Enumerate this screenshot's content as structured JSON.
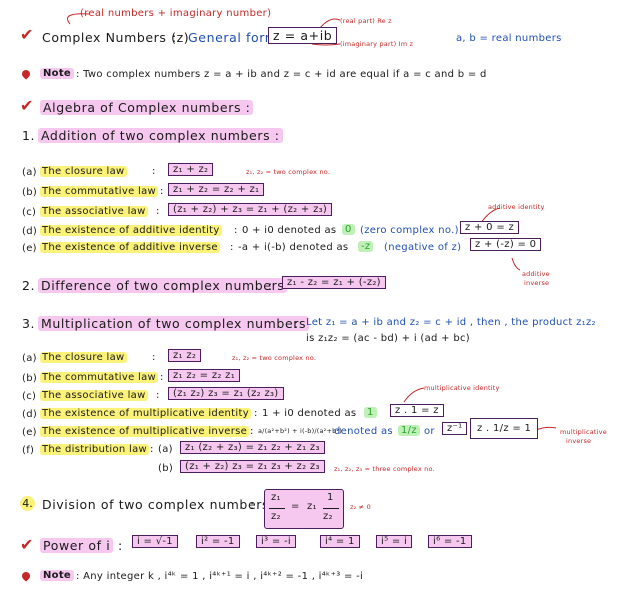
{
  "header": {
    "note_top": "(real numbers + imaginary number)",
    "title": "Complex Numbers (z)",
    "colon": ":",
    "general_form_label": "General form",
    "general_form": "z = a+ib",
    "real_part": "(real part) Re z",
    "imag_part": "(imaginary part) Im z",
    "ab_real": "a, b = real numbers"
  },
  "note1": {
    "label": "Note",
    "text": ": Two complex numbers z = a + ib and z = c + id are equal if a = c and b = d"
  },
  "algebra_title": "Algebra of Complex numbers :",
  "addition": {
    "num": "1.",
    "title": "Addition of two complex numbers :",
    "rows": [
      {
        "key": "(a)",
        "law": "The closure law",
        "sep": ":",
        "formula": "z₁ + z₂"
      },
      {
        "key": "(b)",
        "law": "The commutative law",
        "sep": ":",
        "formula": "z₁ + z₂ = z₂ + z₁"
      },
      {
        "key": "(c)",
        "law": "The associative law",
        "sep": ":",
        "formula": "(z₁ + z₂) + z₃ = z₁ + (z₂ + z₃)"
      },
      {
        "key": "(d)",
        "law": "The existence of additive identity",
        "sep": ":",
        "formula": "z + 0 = z"
      },
      {
        "key": "(e)",
        "law": "The existence of additive inverse",
        "sep": ":",
        "formula": "z + (-z) = 0"
      }
    ],
    "closure_note": "z₁, z₂ = two complex no.",
    "identity_text_a": "0 + i0 denoted as",
    "identity_zero": "0",
    "identity_text_b": "(zero complex no.)",
    "identity_tag": "additive identity",
    "inverse_text_a": "-a + i(-b) denoted as",
    "inverse_minus_z": "-z",
    "inverse_text_b": "(negative of z)",
    "inverse_tag_1": "additive",
    "inverse_tag_2": "inverse"
  },
  "difference": {
    "num": "2.",
    "title": "Difference of two complex numbers",
    "sep": ":",
    "formula": "z₁ - z₂ = z₁ + (-z₂)"
  },
  "multiplication": {
    "num": "3.",
    "title": "Multiplication of two complex numbers",
    "sep": ":",
    "intro": "Let z₁ = a + ib and z₂ = c + id , then , the product z₁z₂",
    "intro2": "is z₁z₂ = (ac - bd) + i (ad + bc)",
    "rows": [
      {
        "key": "(a)",
        "law": "The closure law",
        "sep": ":",
        "formula": "z₁ z₂"
      },
      {
        "key": "(b)",
        "law": "The commutative law",
        "sep": ":",
        "formula": "z₁ z₂ = z₂ z₁"
      },
      {
        "key": "(c)",
        "law": "The associative law",
        "sep": ":",
        "formula": "(z₁ z₂) z₃ = z₁ (z₂ z₃)"
      },
      {
        "key": "(d)",
        "law": "The existence of multiplicative identity",
        "sep": ":",
        "formula": "z . 1 = z"
      },
      {
        "key": "(e)",
        "law": "The existence of multiplicative inverse",
        "sep": ":",
        "formula": "z . 1/z = 1"
      },
      {
        "key": "(f)",
        "law": "The distribution law",
        "sep": ":",
        "formula": ""
      }
    ],
    "closure_note": "z₁, z₂ = two complex no.",
    "identity_text": "1 + i0 denoted as",
    "identity_one": "1",
    "identity_tag": "multiplicative identity",
    "inverse_frac": "a/(a²+b²) + i(-b)/(a²+b²)",
    "inverse_denoted": "denoted as",
    "inverse_sym": "1/z",
    "inverse_or": "or",
    "inverse_sym2": "z⁻¹",
    "inverse_tag_1": "multiplicative",
    "inverse_tag_2": "inverse",
    "dist_a_key": "(a)",
    "dist_a": "z₁ (z₂ + z₃) = z₁ z₂ + z₁ z₃",
    "dist_b_key": "(b)",
    "dist_b": "(z₁ + z₂) z₃ = z₁ z₃ + z₂ z₃",
    "dist_note": "z₁, z₂, z₃ = three complex no."
  },
  "division": {
    "num": "4.",
    "title": "Division of two complex numbers",
    "sep": ":",
    "lhs_num": "z₁",
    "lhs_den": "z₂",
    "eq": "=",
    "rhs_a": "z₁",
    "rhs_num": "1",
    "rhs_den": "z₂",
    "cond": "z₂ ≠ 0"
  },
  "power": {
    "title": "Power of i",
    "sep": ":",
    "items": [
      "i = √-1",
      "i² = -1",
      "i³ = -i",
      "i⁴ = 1",
      "i⁵ = i",
      "i⁶ = -1"
    ]
  },
  "note2": {
    "label": "Note",
    "text": ": Any integer k , i⁴ᵏ = 1 , i⁴ᵏ⁺¹ = i , i⁴ᵏ⁺² = -1 , i⁴ᵏ⁺³ = -i"
  }
}
